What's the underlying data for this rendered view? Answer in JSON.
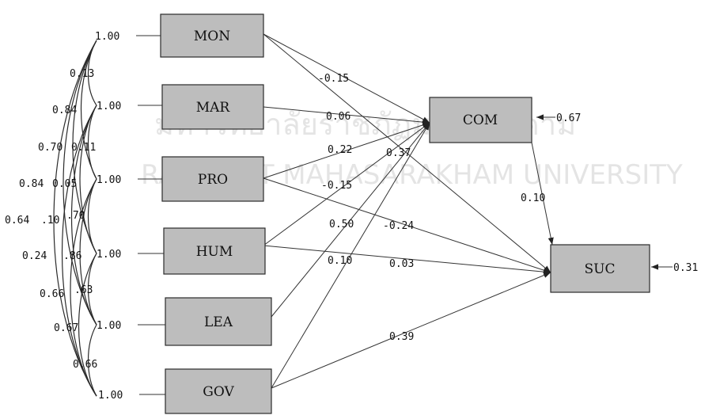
{
  "watermark": {
    "line1": "มหาวิทยาลัยราชภัฏมหาสารคาม",
    "line2": "RAJABHAT MAHASARAKHAM UNIVERSITY"
  },
  "boxes": {
    "mon": "MON",
    "mar": "MAR",
    "pro": "PRO",
    "hum": "HUM",
    "lea": "LEA",
    "gov": "GOV",
    "com": "COM",
    "suc": "SUC"
  },
  "variances": {
    "mon": "1.00",
    "mar": "1.00",
    "pro": "1.00",
    "hum": "1.00",
    "lea": "1.00",
    "gov": "1.00"
  },
  "error_variances": {
    "com": "0.67",
    "suc": "0.31"
  },
  "covariances": {
    "mon_mar": "0.13",
    "mon_pro": "0.84",
    "mon_hum": "0.70",
    "mon_lea": "0.84",
    "mon_gov": "0.64",
    "mar_pro": "0.11",
    "mar_hum": "0.05",
    "mar_lea": ".10",
    "mar_gov": "0.24",
    "pro_hum": ".70",
    "pro_lea": ".86",
    "pro_gov": "0.66",
    "hum_lea": ".63",
    "hum_gov": "0.67",
    "lea_gov": "0.66"
  },
  "paths": {
    "mon_com": "-0.15",
    "mar_com": "0.06",
    "pro_com": "0.22",
    "hum_com": "-0.15",
    "lea_com": "0.50",
    "gov_com": "0.10",
    "mon_suc": "0.37",
    "pro_suc": "-0.24",
    "hum_suc": "0.03",
    "gov_suc": "0.39",
    "com_suc": "0.10"
  }
}
